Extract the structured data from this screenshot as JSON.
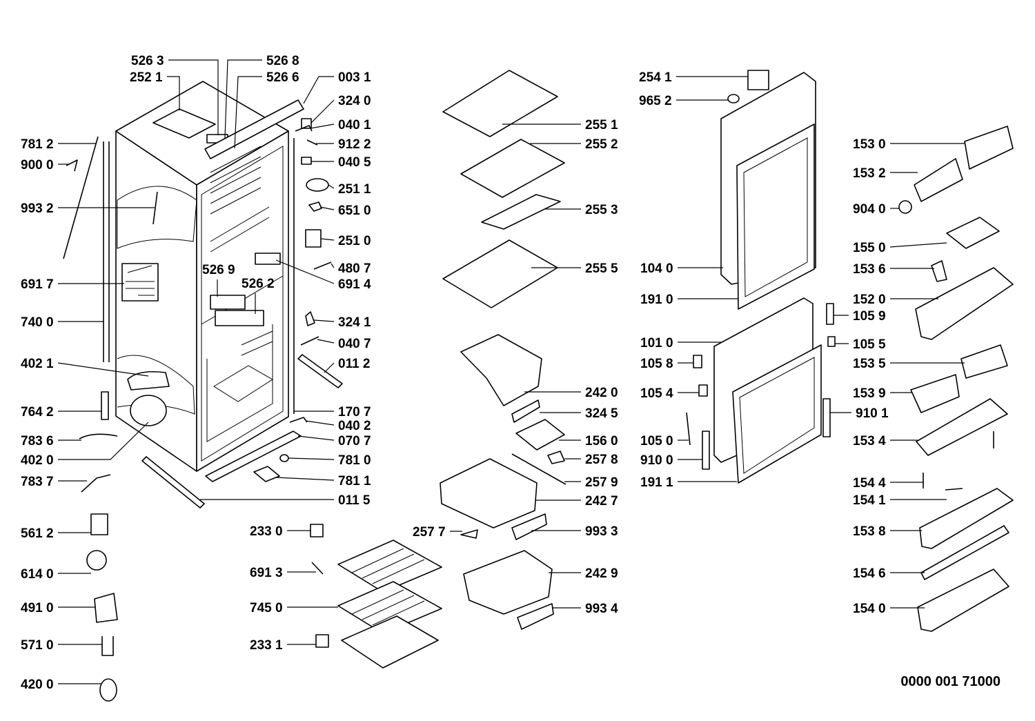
{
  "document_number": "0000 001 71000",
  "callouts": [
    {
      "id": "c5263",
      "label": "526 3"
    },
    {
      "id": "c5268",
      "label": "526 8"
    },
    {
      "id": "c2521",
      "label": "252 1"
    },
    {
      "id": "c5266",
      "label": "526 6"
    },
    {
      "id": "c0031",
      "label": "003 1"
    },
    {
      "id": "c3240",
      "label": "324 0"
    },
    {
      "id": "c0401",
      "label": "040 1"
    },
    {
      "id": "c9122",
      "label": "912 2"
    },
    {
      "id": "c0405",
      "label": "040 5"
    },
    {
      "id": "c2511",
      "label": "251 1"
    },
    {
      "id": "c6510",
      "label": "651 0"
    },
    {
      "id": "c2510",
      "label": "251 0"
    },
    {
      "id": "c4807",
      "label": "480 7"
    },
    {
      "id": "c6914",
      "label": "691 4"
    },
    {
      "id": "c5269",
      "label": "526 9"
    },
    {
      "id": "c5262",
      "label": "526 2"
    },
    {
      "id": "c3241",
      "label": "324 1"
    },
    {
      "id": "c0407",
      "label": "040 7"
    },
    {
      "id": "c0112",
      "label": "011 2"
    },
    {
      "id": "c1707",
      "label": "170 7"
    },
    {
      "id": "c0402",
      "label": "040 2"
    },
    {
      "id": "c0707",
      "label": "070 7"
    },
    {
      "id": "c7810",
      "label": "781 0"
    },
    {
      "id": "c7811",
      "label": "781 1"
    },
    {
      "id": "c0115",
      "label": "011 5"
    },
    {
      "id": "c7812",
      "label": "781 2"
    },
    {
      "id": "c9000",
      "label": "900 0"
    },
    {
      "id": "c9932",
      "label": "993 2"
    },
    {
      "id": "c6917",
      "label": "691 7"
    },
    {
      "id": "c7400",
      "label": "740 0"
    },
    {
      "id": "c4021",
      "label": "402 1"
    },
    {
      "id": "c7642",
      "label": "764 2"
    },
    {
      "id": "c7836",
      "label": "783 6"
    },
    {
      "id": "c4020",
      "label": "402 0"
    },
    {
      "id": "c7837",
      "label": "783 7"
    },
    {
      "id": "c5612",
      "label": "561 2"
    },
    {
      "id": "c6140",
      "label": "614 0"
    },
    {
      "id": "c4910",
      "label": "491 0"
    },
    {
      "id": "c5710",
      "label": "571 0"
    },
    {
      "id": "c4200",
      "label": "420 0"
    },
    {
      "id": "c2551",
      "label": "255 1"
    },
    {
      "id": "c2552",
      "label": "255 2"
    },
    {
      "id": "c2553",
      "label": "255 3"
    },
    {
      "id": "c2555",
      "label": "255 5"
    },
    {
      "id": "c2420",
      "label": "242 0"
    },
    {
      "id": "c3245",
      "label": "324 5"
    },
    {
      "id": "c1560",
      "label": "156 0"
    },
    {
      "id": "c2578",
      "label": "257 8"
    },
    {
      "id": "c2579",
      "label": "257 9"
    },
    {
      "id": "c2427",
      "label": "242 7"
    },
    {
      "id": "c2577",
      "label": "257 7"
    },
    {
      "id": "c9933",
      "label": "993 3"
    },
    {
      "id": "c2429",
      "label": "242 9"
    },
    {
      "id": "c9934",
      "label": "993 4"
    },
    {
      "id": "c2330",
      "label": "233 0"
    },
    {
      "id": "c6913",
      "label": "691 3"
    },
    {
      "id": "c7450",
      "label": "745 0"
    },
    {
      "id": "c2331",
      "label": "233 1"
    },
    {
      "id": "c2541",
      "label": "254 1"
    },
    {
      "id": "c9652",
      "label": "965 2"
    },
    {
      "id": "c1040",
      "label": "104 0"
    },
    {
      "id": "c1910",
      "label": "191 0"
    },
    {
      "id": "c1010",
      "label": "101 0"
    },
    {
      "id": "c1058",
      "label": "105 8"
    },
    {
      "id": "c1054",
      "label": "105 4"
    },
    {
      "id": "c1050",
      "label": "105 0"
    },
    {
      "id": "c9100",
      "label": "910 0"
    },
    {
      "id": "c1911",
      "label": "191 1"
    },
    {
      "id": "c1530",
      "label": "153 0"
    },
    {
      "id": "c1532",
      "label": "153 2"
    },
    {
      "id": "c9040",
      "label": "904 0"
    },
    {
      "id": "c1550",
      "label": "155 0"
    },
    {
      "id": "c1536",
      "label": "153 6"
    },
    {
      "id": "c1520",
      "label": "152 0"
    },
    {
      "id": "c1059",
      "label": "105 9"
    },
    {
      "id": "c1055",
      "label": "105 5"
    },
    {
      "id": "c1535",
      "label": "153 5"
    },
    {
      "id": "c1539",
      "label": "153 9"
    },
    {
      "id": "c9101",
      "label": "910 1"
    },
    {
      "id": "c1534",
      "label": "153 4"
    },
    {
      "id": "c1544",
      "label": "154 4"
    },
    {
      "id": "c1541",
      "label": "154 1"
    },
    {
      "id": "c1538",
      "label": "153 8"
    },
    {
      "id": "c1546",
      "label": "154 6"
    },
    {
      "id": "c1540",
      "label": "154 0"
    }
  ]
}
